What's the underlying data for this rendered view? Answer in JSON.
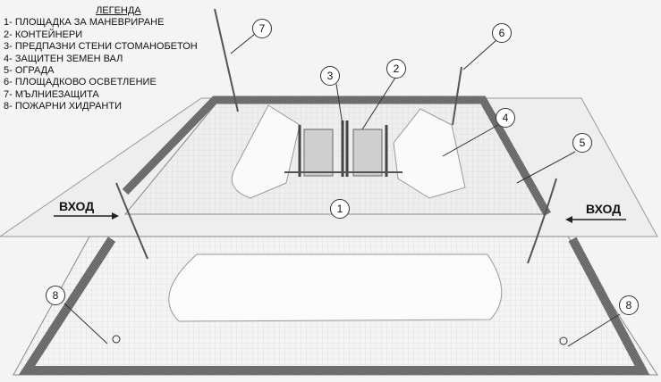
{
  "legend": {
    "title": "ЛЕГЕНДА",
    "items": [
      "1- ПЛОЩАДКА ЗА МАНЕВРИРАНЕ",
      "2- КОНТЕЙНЕРИ",
      "3- ПРЕДПАЗНИ СТЕНИ СТОМАНОБЕТОН",
      "4- ЗАЩИТЕН ЗЕМЕН ВАЛ",
      "5- ОГРАДА",
      "6- ПЛОЩАДКОВО ОСВЕТЛЕНИЕ",
      "7- МЪЛНИЕЗАЩИТА",
      "8- ПОЖАРНИ ХИДРАНТИ"
    ]
  },
  "callouts": [
    "1",
    "2",
    "3",
    "4",
    "5",
    "6",
    "7",
    "8",
    "8"
  ],
  "entrances": {
    "left": "ВХОД",
    "right": "ВХОД"
  }
}
